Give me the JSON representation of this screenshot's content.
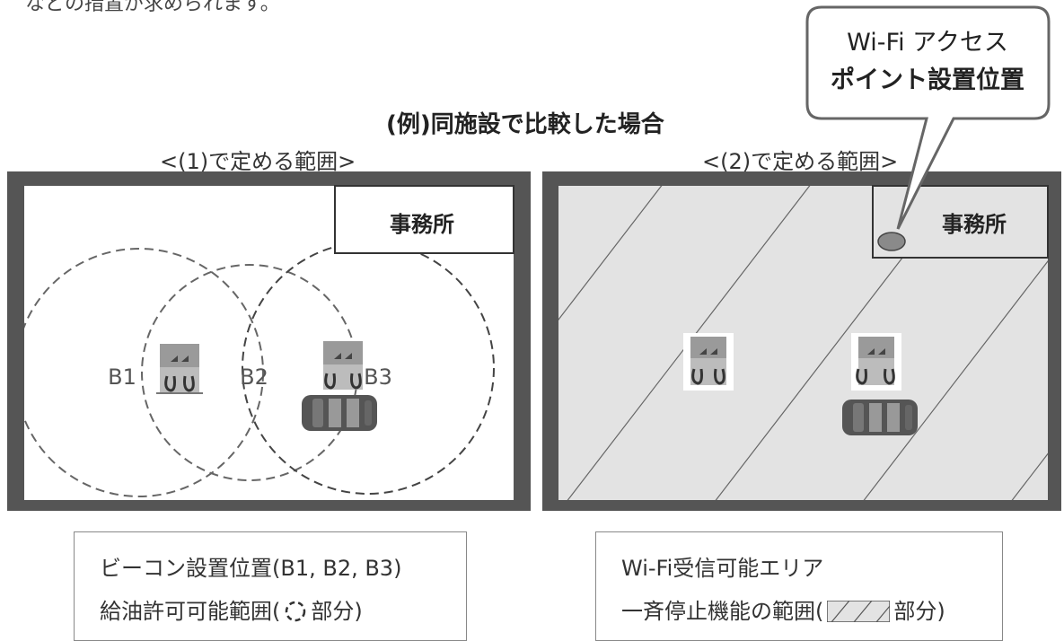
{
  "top_cut_text": "などの措置が求められます。",
  "title": "(例)同施設で比較した場合",
  "range1_label": "<(1)で定める範囲>",
  "range2_label": "<(2)で定める範囲>",
  "office_label": "事務所",
  "beacons": [
    "B1",
    "B2",
    "B3"
  ],
  "callout": {
    "line1": "Wi-Fi アクセス",
    "line2": "ポイント設置位置"
  },
  "legend_left": {
    "line1": "ビーコン設置位置(B1, B2, B3)",
    "line2_prefix": "給油許可可能範囲(",
    "line2_suffix": "部分)"
  },
  "legend_right": {
    "line1": "Wi-Fi受信可能エリア",
    "line2_prefix": "一斉停止機能の範囲(",
    "line2_suffix": "部分)"
  },
  "colors": {
    "wall": "#555555",
    "hatch_fill": "#e3e3e3",
    "hatch_line": "#666666",
    "circle_stroke": "#666666",
    "pump": "#9a9a9a",
    "car": "#555555",
    "ap_dot": "#8a8a8a"
  }
}
